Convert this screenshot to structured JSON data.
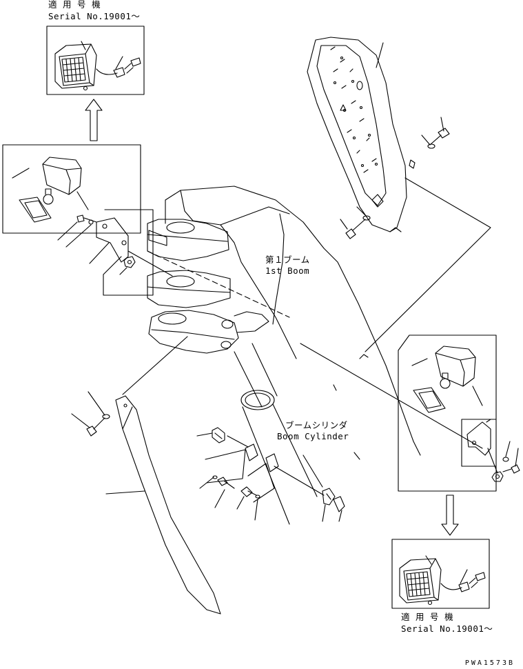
{
  "labels": {
    "top_applicable_jp": "適 用 号 機",
    "top_serial": "Serial No.19001～",
    "boom_jp": "第１ブーム",
    "boom_en": "1st Boom",
    "cylinder_jp": "ブームシリンダ",
    "cylinder_en": "Boom Cylinder",
    "bottom_applicable_jp": "適 用 号 機",
    "bottom_serial": "Serial No.19001～"
  },
  "drawing_number": "PWA1573B"
}
